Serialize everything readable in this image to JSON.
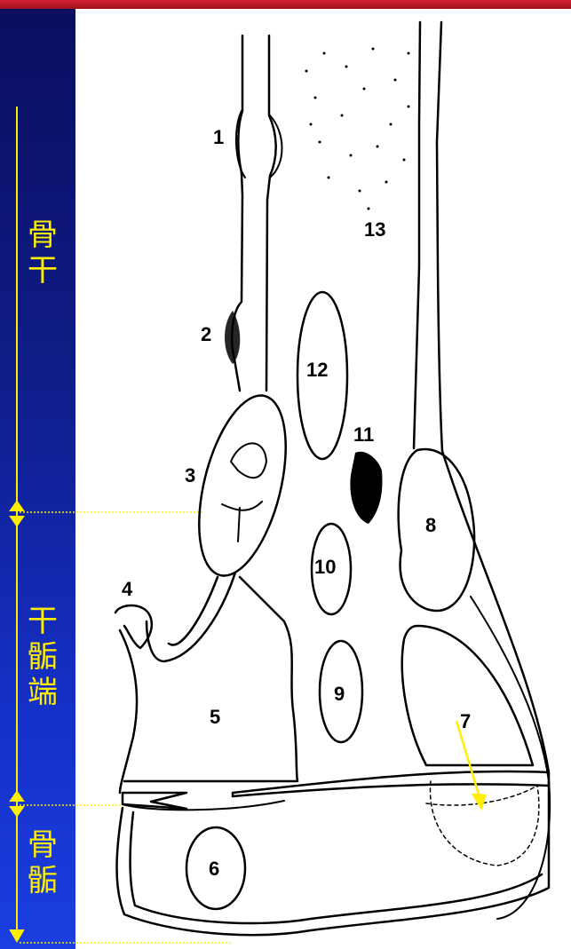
{
  "regions": {
    "diaphysis": "骨干",
    "metaphysis": "干骺端",
    "epiphysis": "骨骺"
  },
  "labels": [
    "1",
    "2",
    "3",
    "4",
    "5",
    "6",
    "7",
    "8",
    "9",
    "10",
    "11",
    "12",
    "13"
  ],
  "colors": {
    "sidebar_top": "#0a0e5e",
    "sidebar_bottom": "#1a3ee0",
    "accent_yellow": "#ffee00",
    "top_bar": "#c01828"
  }
}
